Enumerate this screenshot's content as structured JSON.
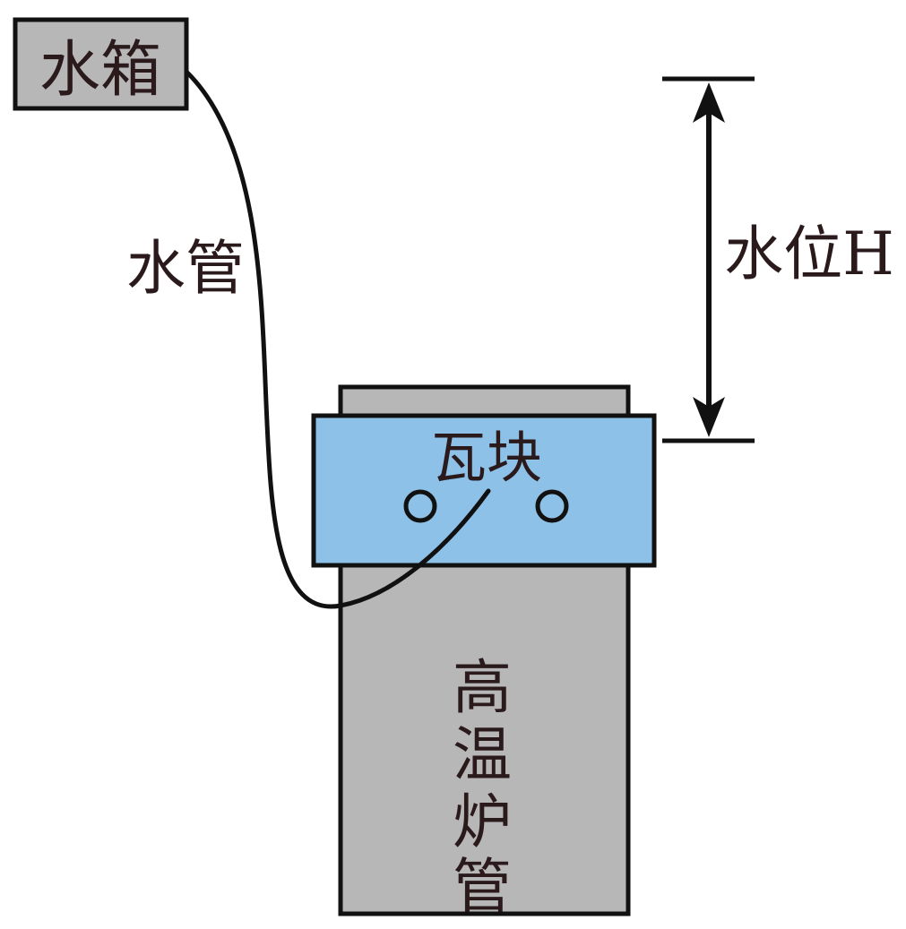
{
  "labels": {
    "water_tank": "水箱",
    "water_pipe": "水管",
    "water_level": "水位H",
    "tile_block": "瓦块",
    "furnace_tube_chars": [
      "高",
      "温",
      "炉",
      "管"
    ]
  },
  "colors": {
    "gray_fill": "#b7b7b8",
    "blue_fill": "#8ec1e7",
    "stroke": "#111111",
    "text": "#2a1a1c"
  }
}
